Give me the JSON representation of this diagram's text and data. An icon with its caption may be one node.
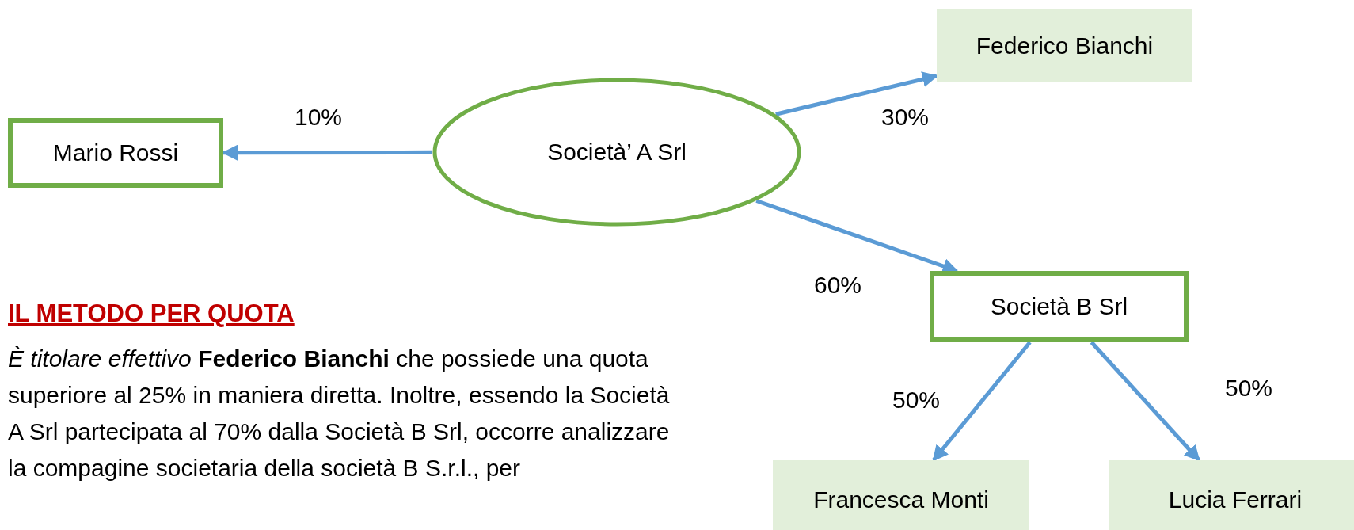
{
  "diagram": {
    "nodes": [
      {
        "text": [
          "Mario Rossi"
        ]
      },
      {
        "text": [
          "Società’ A Srl"
        ]
      },
      {
        "text": [
          "Federico Bianchi"
        ]
      },
      {
        "text": [
          "Società B Srl"
        ]
      },
      {
        "text": [
          "Francesca Monti"
        ]
      },
      {
        "text": [
          "Lucia Ferrari"
        ]
      }
    ],
    "edges": [
      {
        "from": 1,
        "to": 0,
        "arrow": "to",
        "label": "10%"
      },
      {
        "from": 1,
        "to": 2,
        "arrow": "to",
        "label": "30%"
      },
      {
        "from": 1,
        "to": 3,
        "arrow": "to",
        "label": "60%"
      },
      {
        "from": 3,
        "to": 4,
        "arrow": "to",
        "label": "50%"
      },
      {
        "from": 3,
        "to": 5,
        "arrow": "to",
        "label": "50%"
      }
    ],
    "labels": [
      "IL METODO PER QUOTA",
      "*È titolare effettivo* **Federico Bianchi** che possiede una quota superiore al 25% in maniera diretta. Inoltre, essendo la Società A Srl partecipata al 70% dalla Società B Srl, occorre analizzare la compagine societaria della società B S.r.l., per"
    ]
  }
}
